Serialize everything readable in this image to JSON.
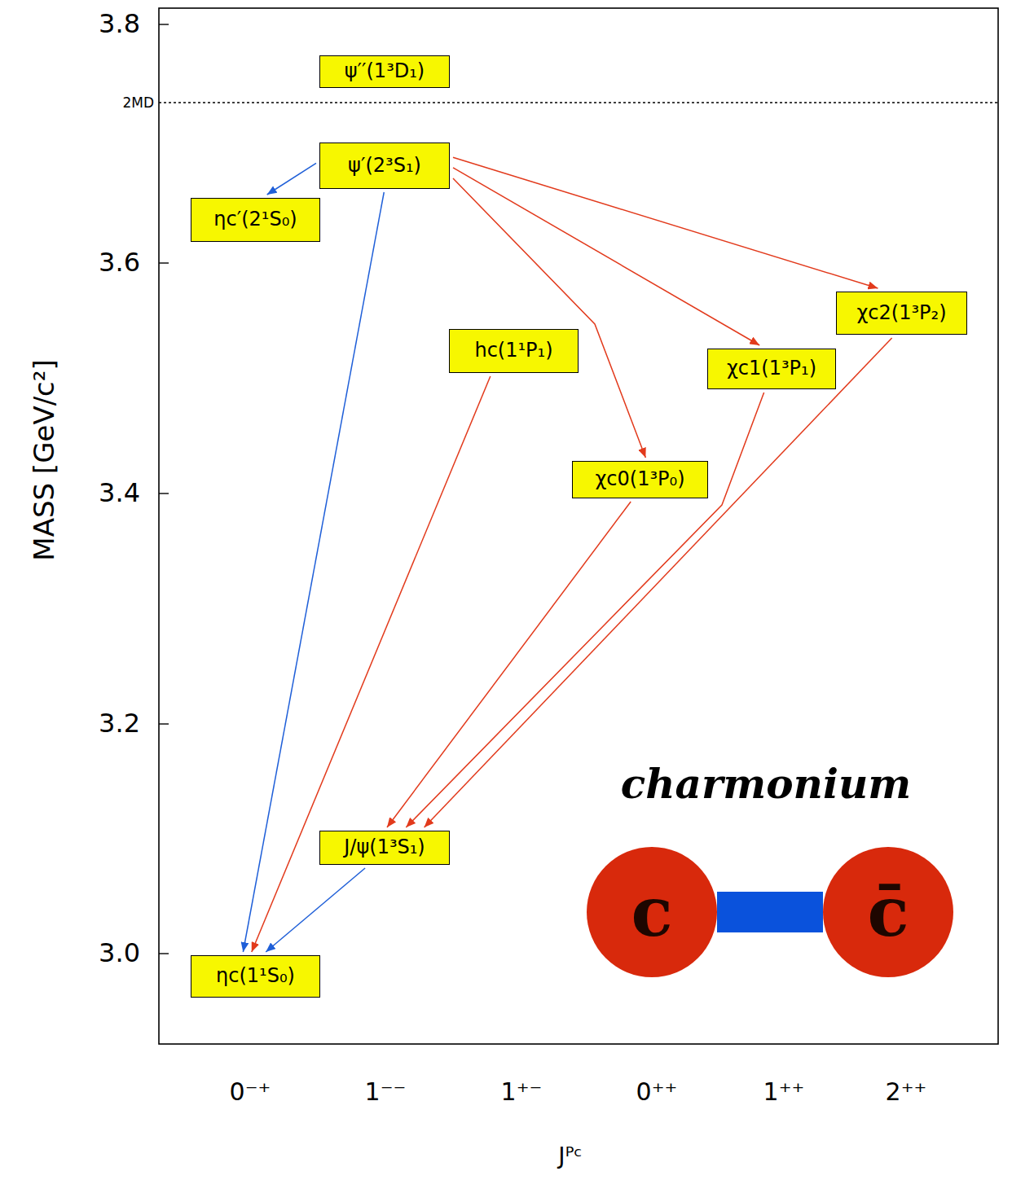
{
  "diagram": {
    "title": "charmonium",
    "nodes": [
      {
        "text": [
          "ψ′′(1³D₁)"
        ]
      },
      {
        "text": [
          "ψ′(2³S₁)"
        ]
      },
      {
        "text": [
          "ηc′(2¹S₀)"
        ]
      },
      {
        "text": [
          "χc2(1³P₂)"
        ]
      },
      {
        "text": [
          "hc(1¹P₁)"
        ]
      },
      {
        "text": [
          "χc1(1³P₁)"
        ]
      },
      {
        "text": [
          "χc0(1³P₀)"
        ]
      },
      {
        "text": [
          "J/ψ(1³S₁)"
        ]
      },
      {
        "text": [
          "c"
        ]
      },
      {
        "text": [
          "c̄"
        ]
      },
      {
        "text": [
          "ηc(1¹S₀)"
        ]
      }
    ],
    "edges": [
      {
        "from": 1,
        "to": 2,
        "arrow": "to"
      },
      {
        "from": 1,
        "to": 10,
        "arrow": "to"
      },
      {
        "from": 1,
        "to": 3,
        "arrow": "to"
      },
      {
        "from": 1,
        "to": 5,
        "arrow": "to"
      },
      {
        "from": 1,
        "to": 6,
        "arrow": "to"
      },
      {
        "from": 4,
        "to": 10,
        "arrow": "to"
      },
      {
        "from": 6,
        "to": 7,
        "arrow": "to"
      },
      {
        "from": 5,
        "to": 7,
        "arrow": "to"
      },
      {
        "from": 3,
        "to": 7,
        "arrow": "to"
      },
      {
        "from": 7,
        "to": 10,
        "arrow": "to"
      },
      {
        "from": 8,
        "to": 9,
        "arrow": "none"
      }
    ],
    "labels": [
      "3.8",
      "2MD",
      "3.6",
      "3.4",
      "3.2",
      "3.0",
      "MASS [GeV/c²]",
      "0⁻⁺",
      "1⁻⁻",
      "1⁺⁻",
      "0⁺⁺",
      "1⁺⁺",
      "2⁺⁺",
      "Jᴾᶜ"
    ]
  }
}
